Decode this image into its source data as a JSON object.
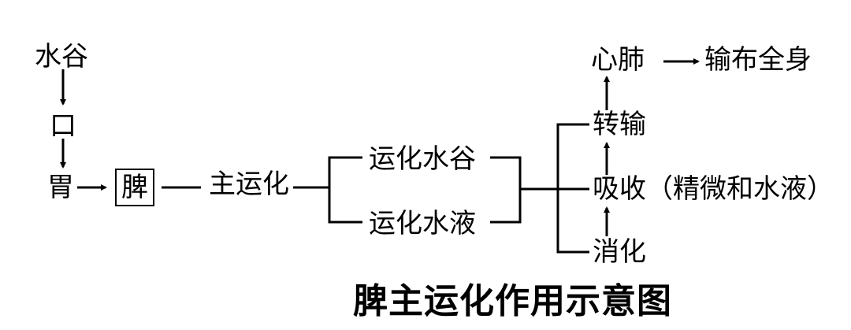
{
  "nodes": {
    "shuigu_top": "水谷",
    "kou": "口",
    "wei": "胃",
    "pi": "脾",
    "zhu_yunhua": "主运化",
    "yunhua_shuigu": "运化水谷",
    "yunhua_shuiye": "运化水液",
    "xinfei": "心肺",
    "shubu_quanshen": "输布全身",
    "zhuanshu": "转输",
    "xishou": "吸收（精微和水液）",
    "xiaohua": "消化"
  },
  "caption": "脾主运化作用示意图"
}
